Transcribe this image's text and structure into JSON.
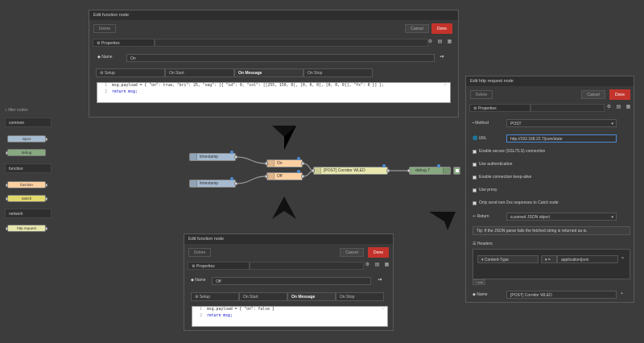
{
  "palette": {
    "filter_placeholder": "filter nodes",
    "categories": [
      {
        "label": "common",
        "nodes": [
          {
            "label": "inject",
            "color": "#a6bbcf"
          },
          {
            "label": "debug",
            "color": "#87a980"
          }
        ]
      },
      {
        "label": "function",
        "nodes": [
          {
            "label": "function",
            "color": "#fdd0a2"
          },
          {
            "label": "switch",
            "color": "#e2d96e"
          }
        ]
      },
      {
        "label": "network",
        "nodes": [
          {
            "label": "http request",
            "color": "#e7e7ae"
          }
        ]
      }
    ]
  },
  "function_dialog_on": {
    "title": "Edit function node",
    "delete_label": "Delete",
    "cancel_label": "Cancel",
    "done_label": "Done",
    "properties_label": "Properties",
    "name_label": "Name",
    "name_value": "On",
    "tabs": [
      "Setup",
      "On Start",
      "On Message",
      "On Stop"
    ],
    "active_tab": "On Message",
    "code_line_1_num": "1",
    "code_line_2_num": "2",
    "code_line_1": "msg.payload = { \"on\": true, \"bri\": 25, \"seg\": [{ \"id\": 0, \"col\": [[255, 150, 0], [0, 0, 0], [0, 0, 0]], \"fx\": 0 }] };",
    "code_line_2": "return msg;"
  },
  "function_dialog_off": {
    "title": "Edit function node",
    "delete_label": "Delete",
    "cancel_label": "Cancel",
    "done_label": "Done",
    "properties_label": "Properties",
    "name_label": "Name",
    "name_value": "Off",
    "tabs": [
      "Setup",
      "On Start",
      "On Message",
      "On Stop"
    ],
    "active_tab": "On Message",
    "code_line_1_num": "1",
    "code_line_2_num": "2",
    "code_line_1": "msg.payload = { \"on\": false }",
    "code_line_2": "return msg;"
  },
  "http_dialog": {
    "title": "Edit http request node",
    "delete_label": "Delete",
    "cancel_label": "Cancel",
    "done_label": "Done",
    "properties_label": "Properties",
    "method_label": "Method",
    "method_value": "POST",
    "url_label": "URL",
    "url_value": "http://192.168.22.7/json/state",
    "checkboxes": [
      "Enable secure (SSL/TLS) connection",
      "Use authentication",
      "Enable connection keep-alive",
      "Use proxy",
      "Only send non-2xx responses to Catch node"
    ],
    "return_label": "Return",
    "return_value": "a parsed JSON object",
    "tip": "Tip: If the JSON parse fails the fetched string is returned as-is.",
    "headers_label": "Headers",
    "header_key": "Content-Type",
    "header_value_type": "=",
    "header_value": "application/json",
    "add_label": "+ add",
    "name_label": "Name",
    "name_value": "[POST] Corridor WLED"
  },
  "flow": {
    "inject_1": "timestamp",
    "inject_2": "timestamp",
    "func_on": "On",
    "func_off": "Off",
    "http": "[POST] Corridor WLED",
    "debug": "debug 7",
    "colors": {
      "inject": "#a6bbcf",
      "function": "#fdd0a2",
      "http": "#e7e7ae",
      "debug": "#87a980"
    }
  }
}
